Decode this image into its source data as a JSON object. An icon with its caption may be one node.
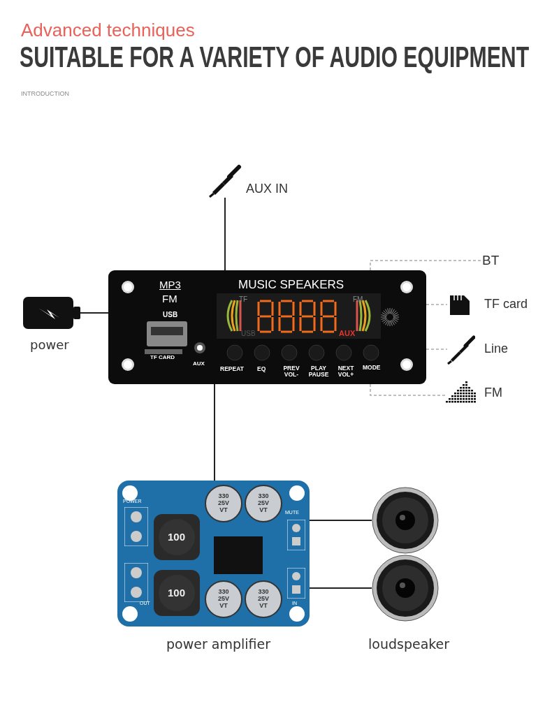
{
  "diagram": {
    "title": "SUITABLE FOR A VARIETY OF AUDIO EQUIPMENT",
    "nodes": [
      {
        "text": [],
        "shape": "picture"
      },
      {
        "text": [],
        "shape": "picture",
        "beside": [
          "AUX IN"
        ]
      },
      {
        "text": [],
        "shape": "picture",
        "beside": [
          "power"
        ]
      },
      {
        "text": [
          "BT"
        ]
      },
      {
        "text": [],
        "shape": "picture",
        "beside": [
          "TF card"
        ]
      },
      {
        "text": [],
        "shape": "picture",
        "beside": [
          "Line"
        ]
      },
      {
        "text": [],
        "shape": "picture",
        "beside": [
          "FM"
        ]
      },
      {
        "text": [],
        "shape": "picture",
        "beside": [
          "power amplifier"
        ]
      },
      {
        "text": [],
        "shape": "picture"
      },
      {
        "text": [],
        "shape": "picture",
        "beside": [
          "loudspeaker"
        ]
      }
    ],
    "edges": [
      {
        "from": 1,
        "to": 0,
        "arrow": "none"
      },
      {
        "from": 2,
        "to": 0,
        "arrow": "none"
      },
      {
        "from": 0,
        "to": 3,
        "arrow": "none",
        "style": "dashed",
        "color": "#aaaaaa"
      },
      {
        "from": 0,
        "to": 4,
        "arrow": "none",
        "style": "dashed",
        "color": "#aaaaaa"
      },
      {
        "from": 0,
        "to": 5,
        "arrow": "none",
        "style": "dashed",
        "color": "#aaaaaa"
      },
      {
        "from": 0,
        "to": 6,
        "arrow": "none",
        "style": "dashed",
        "color": "#aaaaaa"
      },
      {
        "from": 0,
        "to": 7,
        "arrow": "none"
      },
      {
        "from": 7,
        "to": 8,
        "arrow": "none"
      },
      {
        "from": 7,
        "to": 9,
        "arrow": "none"
      }
    ],
    "labels": [
      "Advanced techniques",
      "INTRODUCTION",
      "MP3",
      "FM",
      "USB",
      "TF CARD",
      "AUX",
      "MUSIC SPEAKERS",
      "TF",
      "FM",
      "USB",
      "AUX",
      "REPEAT",
      "EQ",
      "PREV VOL-",
      "PLAY PAUSE",
      "NEXT VOL+",
      "MODE",
      "330 25V VT",
      "330 25V VT",
      "330 25V VT",
      "330 25V VT",
      "100",
      "100",
      "POWER",
      "OUT",
      "MUTE",
      "IN"
    ]
  }
}
